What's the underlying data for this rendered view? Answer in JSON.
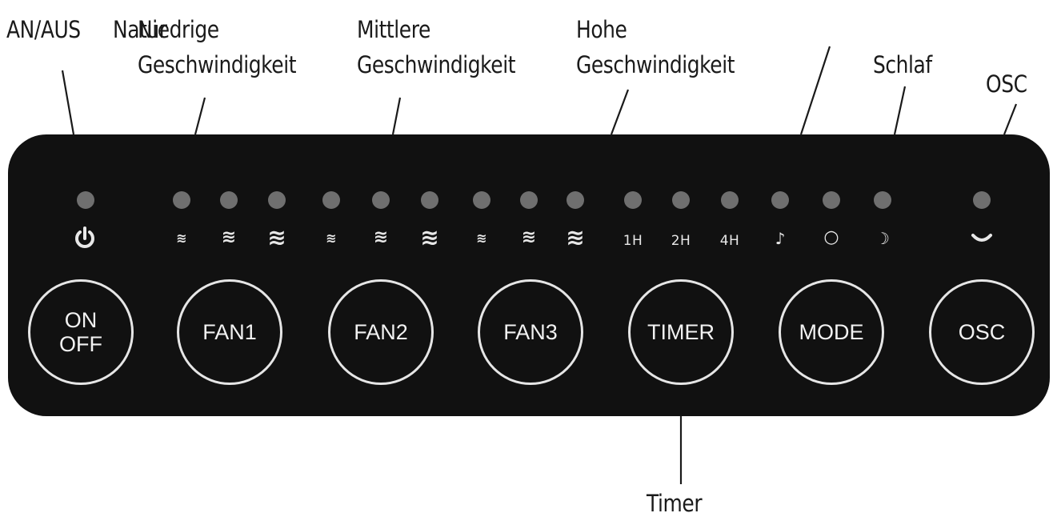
{
  "callouts": {
    "power": "AN/AUS",
    "natur": "Natur",
    "low": [
      "Niedrige",
      "Geschwindigkeit"
    ],
    "mid": [
      "Mittlere",
      "Geschwindigkeit"
    ],
    "high": [
      "Hohe",
      "Geschwindigkeit"
    ],
    "sleep": "Schlaf",
    "osc": "OSC",
    "timer": "Timer"
  },
  "panel": {
    "indicators": {
      "power": "power-icon",
      "fan1": [
        "≋",
        "≋",
        "≋"
      ],
      "fan2": [
        "≋",
        "≋",
        "≋"
      ],
      "fan3": [
        "≋",
        "≋",
        "≋"
      ],
      "timer": [
        "1H",
        "2H",
        "4H"
      ],
      "mode": [
        "♪",
        "○",
        "☽"
      ],
      "osc": "oscillate-icon"
    },
    "buttons": {
      "onoff": [
        "ON",
        "OFF"
      ],
      "fan1": "FAN1",
      "fan2": "FAN2",
      "fan3": "FAN3",
      "timer": "TIMER",
      "mode": "MODE",
      "osc": "OSC"
    }
  },
  "colors": {
    "panel": "#111111",
    "led": "#6f6f6f",
    "glyph": "#e8e8e8",
    "ring": "#e6e6e6"
  }
}
